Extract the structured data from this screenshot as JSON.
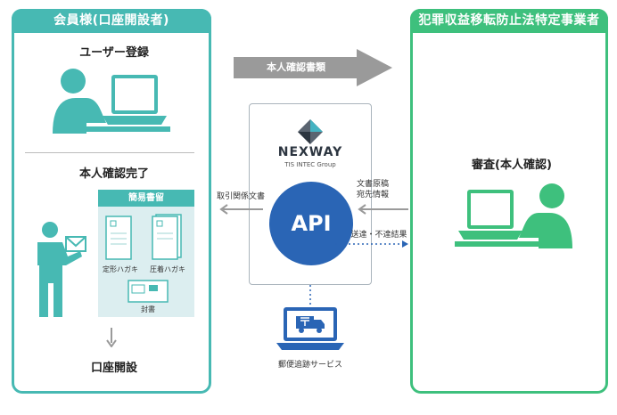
{
  "left_panel": {
    "title": "会員様(口座開設者)",
    "user_registration": "ユーザー登録",
    "identity_complete": "本人確認完了",
    "mailbox_title": "簡易書留",
    "postcard_standard": "定形ハガキ",
    "postcard_sealed": "圧着ハガキ",
    "envelope": "封書",
    "account_opening": "口座開設"
  },
  "right_panel": {
    "title": "犯罪収益移転防止法特定事業者",
    "review": "審査(本人確認)"
  },
  "center": {
    "top_arrow_label": "本人確認書類",
    "logo_main": "NEXWAY",
    "logo_sub": "TIS INTEC Group",
    "api_label": "API",
    "left_arrow_label": "取引関係文書",
    "right_arrow_label_1": "文書原稿",
    "right_arrow_label_2": "宛先情報",
    "result_label": "送達・不達結果",
    "postal_service": "郵便追跡サービス"
  },
  "colors": {
    "teal": "#47b9b3",
    "green": "#3ec07d",
    "blue": "#2a65b5",
    "gray_arrow": "#9a9a9a"
  }
}
